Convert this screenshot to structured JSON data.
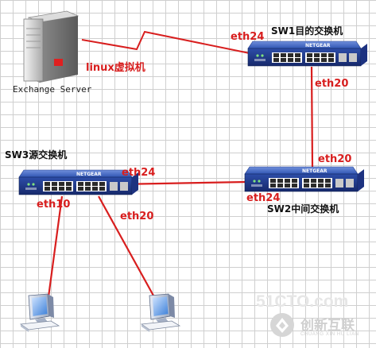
{
  "nodes": {
    "server": {
      "label": "Exchange Server",
      "vm_label": "linux虚拟机"
    },
    "sw1": {
      "label": "SW1目的交换机",
      "brand": "NETGEAR"
    },
    "sw2": {
      "label": "SW2中间交换机",
      "brand": "NETGEAR"
    },
    "sw3": {
      "label": "SW3源交换机",
      "brand": "NETGEAR"
    }
  },
  "ports": {
    "sw1_to_server": "eth24",
    "sw1_to_sw2": "eth20",
    "sw2_to_sw1": "eth20",
    "sw2_to_sw3": "eth24",
    "sw3_to_sw2": "eth24",
    "sw3_to_pc1": "eth10",
    "sw3_to_pc2": "eth20"
  },
  "watermark": {
    "line1": "51CTO.com",
    "line2": "创新互联",
    "line3": "CHUANG XIN HU LIAN"
  },
  "colors": {
    "link": "#d81e1e",
    "switch_body": "#2a4a9c",
    "port_label": "#d81e1e"
  }
}
